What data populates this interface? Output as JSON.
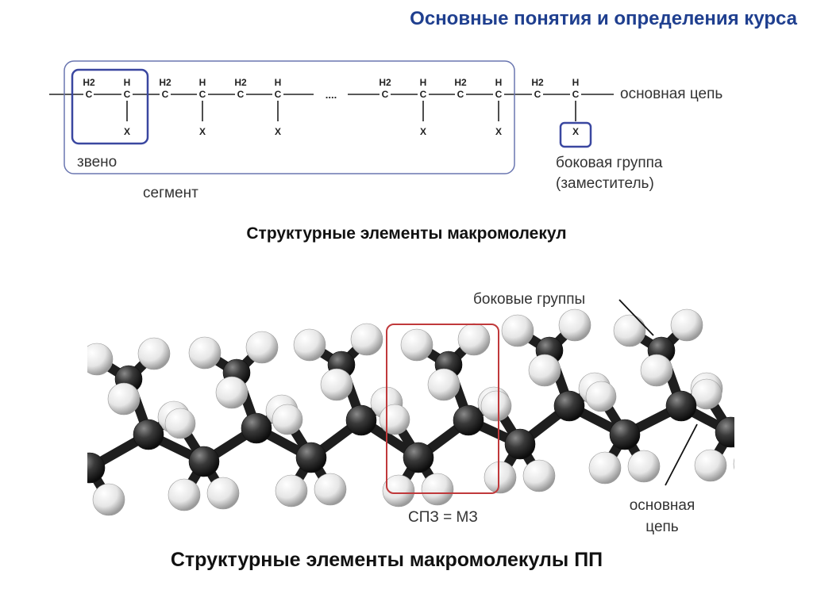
{
  "header": {
    "title": "Основные понятия и определения курса"
  },
  "chain_diagram": {
    "carbon": "C",
    "h2": "H2",
    "h": "H",
    "x": "X",
    "ellipsis": "....",
    "labels": {
      "main_chain": "основная цепь",
      "unit": "звено",
      "segment": "сегмент",
      "side_group_line1": "боковая группа",
      "side_group_line2": "(заместитель)"
    },
    "caption": "Структурные элементы макромолекул"
  },
  "pp_model": {
    "labels": {
      "side_groups": "боковые группы",
      "repeat_unit": "СПЗ = МЗ",
      "main_chain_line1": "основная",
      "main_chain_line2": "цепь"
    },
    "caption": "Структурные элементы макромолекулы ПП"
  },
  "colors": {
    "title": "#1f3f8f",
    "unit_box": "#3a47a0",
    "segment_box": "#6a76b0",
    "repeat_box": "#c0393b",
    "carbon_atom": "#2b2b2b",
    "hydrogen_atom": "#f2f2f2"
  }
}
